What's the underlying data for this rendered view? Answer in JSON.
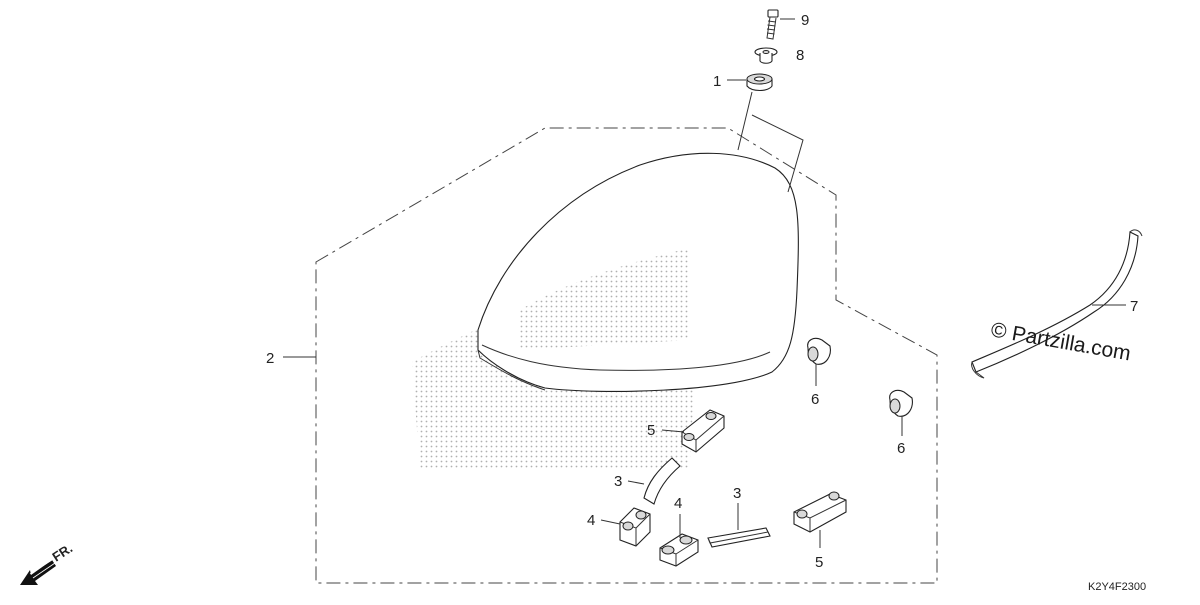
{
  "callouts": {
    "n1": "1",
    "n2": "2",
    "n3a": "3",
    "n3b": "3",
    "n4a": "4",
    "n4b": "4",
    "n5a": "5",
    "n5b": "5",
    "n6a": "6",
    "n6b": "6",
    "n7": "7",
    "n8": "8",
    "n9": "9"
  },
  "diagram_code": "K2Y4F2300",
  "watermark": "© Partzilla.com",
  "front_label": "FR.",
  "icons": {
    "front_arrow": "front-direction-arrow-icon",
    "copyright": "copyright-icon"
  }
}
